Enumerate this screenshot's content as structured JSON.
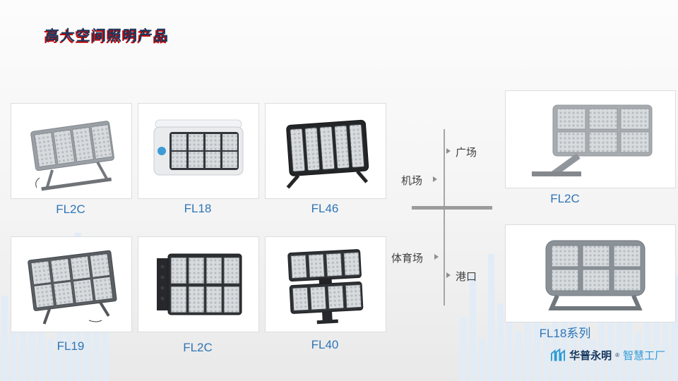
{
  "slide": {
    "title": "高大空间照明产品"
  },
  "products": [
    {
      "id": "fl2c-top",
      "label": "FL2C"
    },
    {
      "id": "fl18",
      "label": "FL18"
    },
    {
      "id": "fl46",
      "label": "FL46"
    },
    {
      "id": "fl2c-right",
      "label": "FL2C"
    },
    {
      "id": "fl19",
      "label": "FL19"
    },
    {
      "id": "fl2c-bottom",
      "label": "FL2C"
    },
    {
      "id": "fl40",
      "label": "FL40"
    },
    {
      "id": "fl18-series",
      "label": "FL18系列"
    }
  ],
  "diagram": {
    "labels": [
      "广场",
      "机场",
      "体育场",
      "港口"
    ]
  },
  "logo": {
    "brand": "华普永明",
    "reg": "®",
    "suffix": "智慧工厂"
  },
  "colors": {
    "title_navy": "#17375E",
    "title_accent_red": "#C00000",
    "product_label_blue": "#2E75B6",
    "diagram_gray": "#A6A6A6",
    "logo_light_blue": "#2E9BD6",
    "background_bar_blue": "#E2ECF6"
  }
}
